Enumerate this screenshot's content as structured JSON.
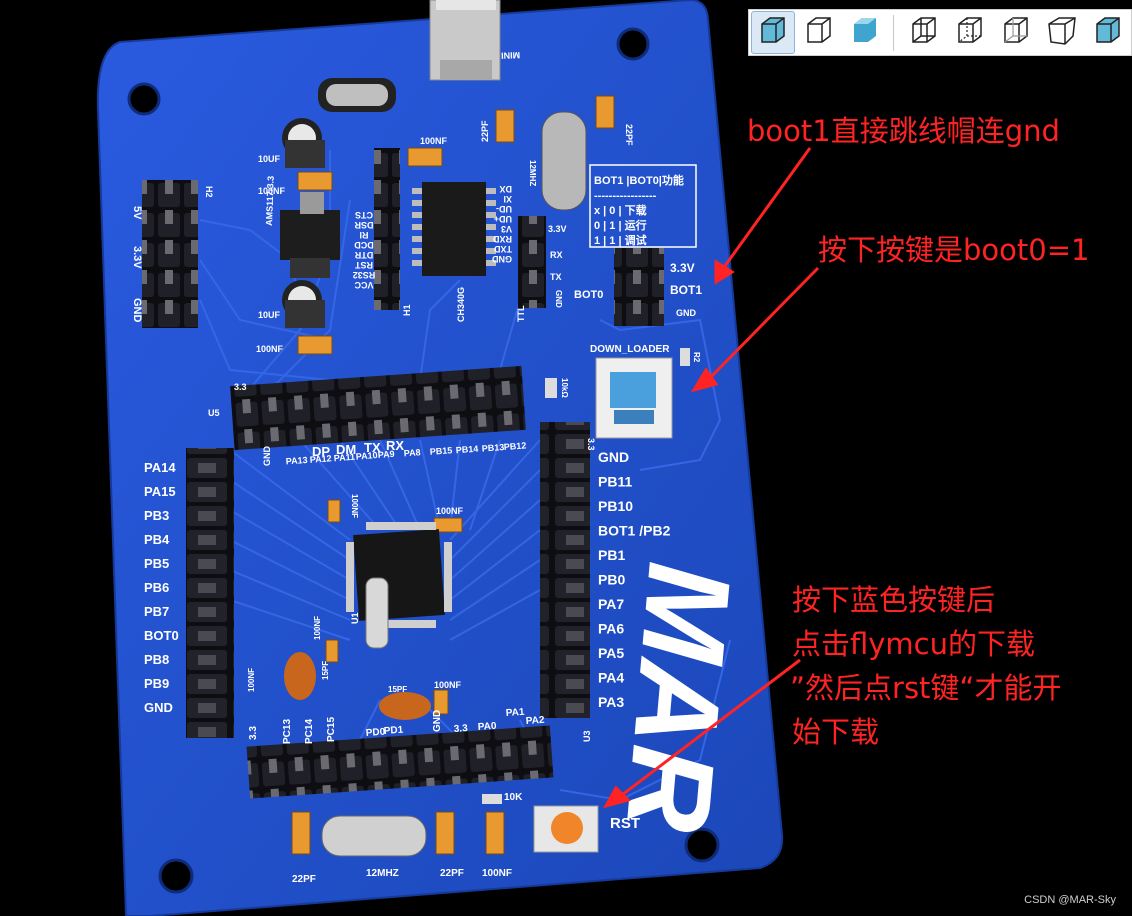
{
  "toolbar": {
    "buttons": [
      {
        "icon": "cube-shaded-icon",
        "selected": true
      },
      {
        "icon": "cube-outline-icon",
        "selected": false
      },
      {
        "icon": "cube-shaded-noedge-icon",
        "selected": false
      },
      {
        "icon": "cube-wire-icon",
        "selected": false
      },
      {
        "icon": "cube-hidden-dark-icon",
        "selected": false
      },
      {
        "icon": "cube-hidden-grey-icon",
        "selected": false
      },
      {
        "icon": "cube-perspective-icon",
        "selected": false
      },
      {
        "icon": "cube-shaded-edge-icon",
        "selected": false
      }
    ]
  },
  "board": {
    "silkscreen": {
      "mini": "MINI",
      "c_22pf_top_left": "22PF",
      "c_22pf_top_right": "22PF",
      "c_100nf_top": "100NF",
      "c_10uf_top": "10UF",
      "c_100nf_a": "100NF",
      "c_10uf_bottom": "10UF",
      "c_100nf_b": "100NF",
      "h2": "H2",
      "v5": "5V",
      "v33": "3.3V",
      "gnd_h2": "GND",
      "ams": "AMS117-3.3",
      "h1_pins": [
        "CTS",
        "DSR",
        "RI",
        "DCD",
        "DTR",
        "RST",
        "RS32",
        "VCC"
      ],
      "h1": "H1",
      "ch340_pins": [
        "DX",
        "XI",
        "UD-",
        "UD+",
        "V3",
        "RXD",
        "TXD",
        "GND"
      ],
      "ch340": "CH340G",
      "xtal12": "12MHZ",
      "ttl_33": "3.3V",
      "ttl_rx": "RX",
      "ttl_tx": "TX",
      "ttl_gnd": "GND",
      "ttl": "TTL",
      "boot_table": [
        "BOT1 |BOT0|功能",
        "-----------------",
        "x  | 0 | 下载",
        "0  | 1 | 运行",
        "1  | 1 | 调试"
      ],
      "bot0": "BOT0",
      "bot_33": "3.3V",
      "bot1": "BOT1",
      "bot_gnd": "GND",
      "r2": "R2",
      "down_loader": "DOWN_LOADER",
      "r_10k_top": "10kΩ",
      "u5": "U5",
      "u5_33": "3.3",
      "top_row_labels": [
        "GND",
        "PA13",
        "PA12",
        "PA11",
        "PA10",
        "PA9",
        "PA8",
        "PB15",
        "PB14",
        "PB13",
        "PB12"
      ],
      "dp": "DP",
      "dm": "DM",
      "tx": "TX",
      "rx": "RX",
      "left_pins": [
        "PA14",
        "PA15",
        "PB3",
        "PB4",
        "PB5",
        "PB6",
        "PB7",
        "BOT0",
        "PB8",
        "PB9",
        "GND"
      ],
      "right_pins": [
        "GND",
        "PB11",
        "PB10",
        "BOT1 /PB2",
        "PB1",
        "PB0",
        "PA7",
        "PA6",
        "PA5",
        "PA4",
        "PA3"
      ],
      "r_33": "3.3",
      "u3": "U3",
      "u1": "U1",
      "c_100nf_mcu_a": "100NF",
      "c_100nf_mcu_b": "100NF",
      "c_100nf_mcu_c": "100NF",
      "c_100nf_mcu_d": "100NF",
      "c_100nf_mcu_e": "100NF",
      "c_15pf": "15PF",
      "c_15pf_b": "15PF",
      "bottom_row_labels": [
        "3.3",
        "PC13",
        "PC14",
        "PC15",
        "PD0",
        "PD1",
        "GND",
        "3.3",
        "PA0",
        "PA1",
        "PA2"
      ],
      "r_10k_bottom": "10K",
      "rst": "RST",
      "c_22pf_bl": "22PF",
      "xtal_bottom": "12MHZ",
      "c_22pf_br": "22PF",
      "c_100nf_br": "100NF",
      "logo": "MAR"
    }
  },
  "annotations": {
    "boot1": "boot1直接跳线帽连gnd",
    "boot0": "按下按键是boot0=1",
    "download": [
      "按下蓝色按键后",
      "点击flymcu的下载",
      "”然后点rst键“才能开",
      "始下载"
    ]
  },
  "watermark": "CSDN @MAR-Sky",
  "colors": {
    "board": "#1f4fc9",
    "annotation": "#ff2323",
    "header_pin": "#d7b45a"
  }
}
